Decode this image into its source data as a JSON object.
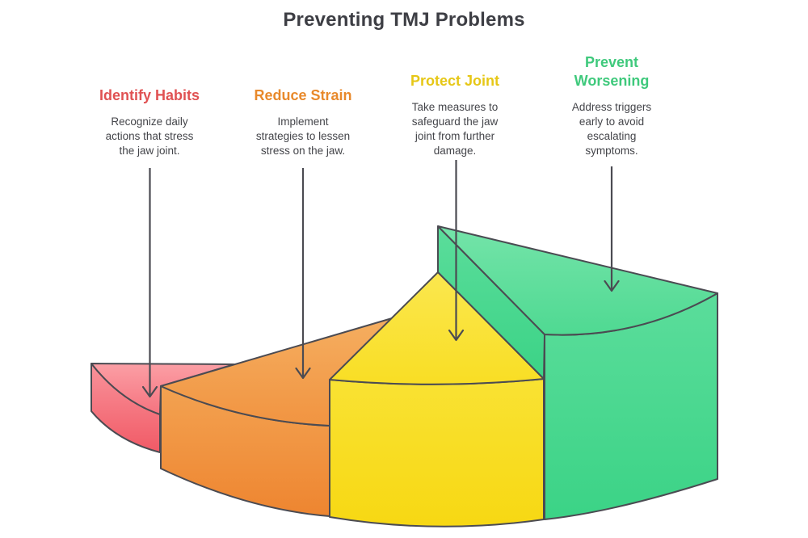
{
  "title": "Preventing TMJ Problems",
  "background": "#ffffff",
  "outline_color": "#4b4b52",
  "steps": [
    {
      "label": "Identify Habits",
      "description": "Recognize daily\nactions that stress\nthe jaw joint.",
      "color": "#e05253",
      "wedge": {
        "name": "red",
        "top": [
          "#fb9fa5",
          "#f5737f"
        ],
        "wall": [
          "#f9939b",
          "#f15a66"
        ]
      }
    },
    {
      "label": "Reduce Strain",
      "description": "Implement\nstrategies to lessen\nstress on the jaw.",
      "color": "#e8892b",
      "wedge": {
        "name": "orange",
        "top": [
          "#f5ae60",
          "#f19441"
        ],
        "wall": [
          "#f3a251",
          "#ee8530"
        ]
      }
    },
    {
      "label": "Protect Joint",
      "description": "Take measures to\nsafeguard the jaw\njoint from further\ndamage.",
      "color": "#e6c716",
      "wedge": {
        "name": "yellow",
        "top": [
          "#fae74f",
          "#f9de24"
        ],
        "wall": [
          "#f9e233",
          "#f7d813"
        ]
      }
    },
    {
      "label": "Prevent\nWorsening",
      "description": "Address triggers\nearly to avoid\nescalating\nsymptoms.",
      "color": "#3fc97c",
      "wedge": {
        "name": "green",
        "top": [
          "#74e4a9",
          "#4fd992"
        ],
        "wall": [
          "#5bdd9b",
          "#3bd386"
        ]
      }
    }
  ]
}
